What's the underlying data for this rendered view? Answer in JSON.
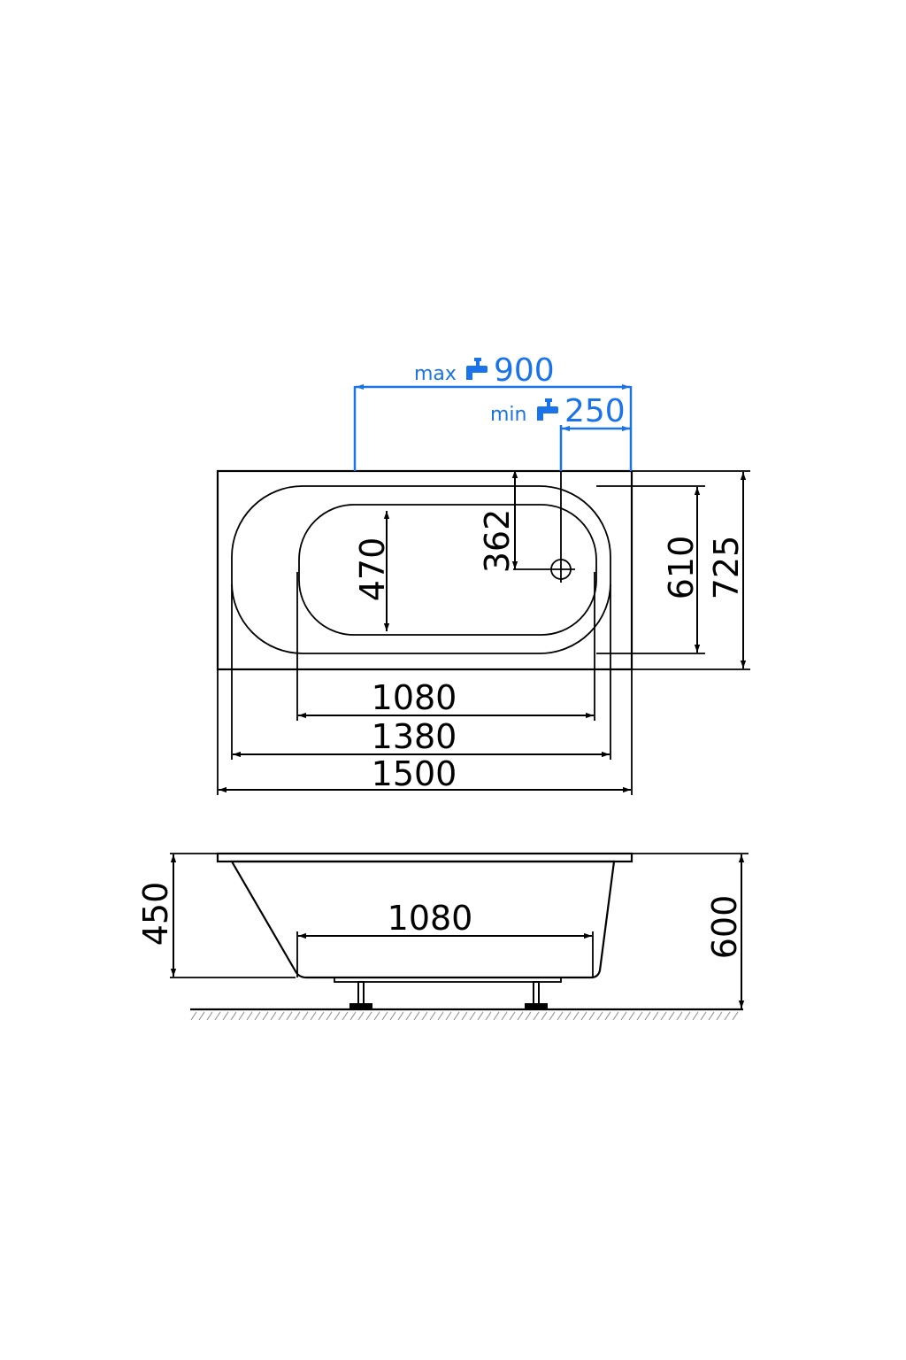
{
  "colors": {
    "line": "#000000",
    "tap_dimension": "#1a73e8",
    "fill": "#f2f2f2",
    "hatch": "#8a8a8a"
  },
  "top_view": {
    "tap_max": {
      "word": "max",
      "value": "900",
      "icon": "faucet-icon"
    },
    "tap_min": {
      "word": "min",
      "value": "250",
      "icon": "faucet-icon"
    },
    "inner_width": "470",
    "drain_offset": "362",
    "rim_width": "610",
    "outer_width": "725",
    "bottom_length": "1080",
    "inner_length": "1380",
    "outer_length": "1500"
  },
  "side_view": {
    "depth": "450",
    "bottom_length": "1080",
    "total_height": "600"
  }
}
